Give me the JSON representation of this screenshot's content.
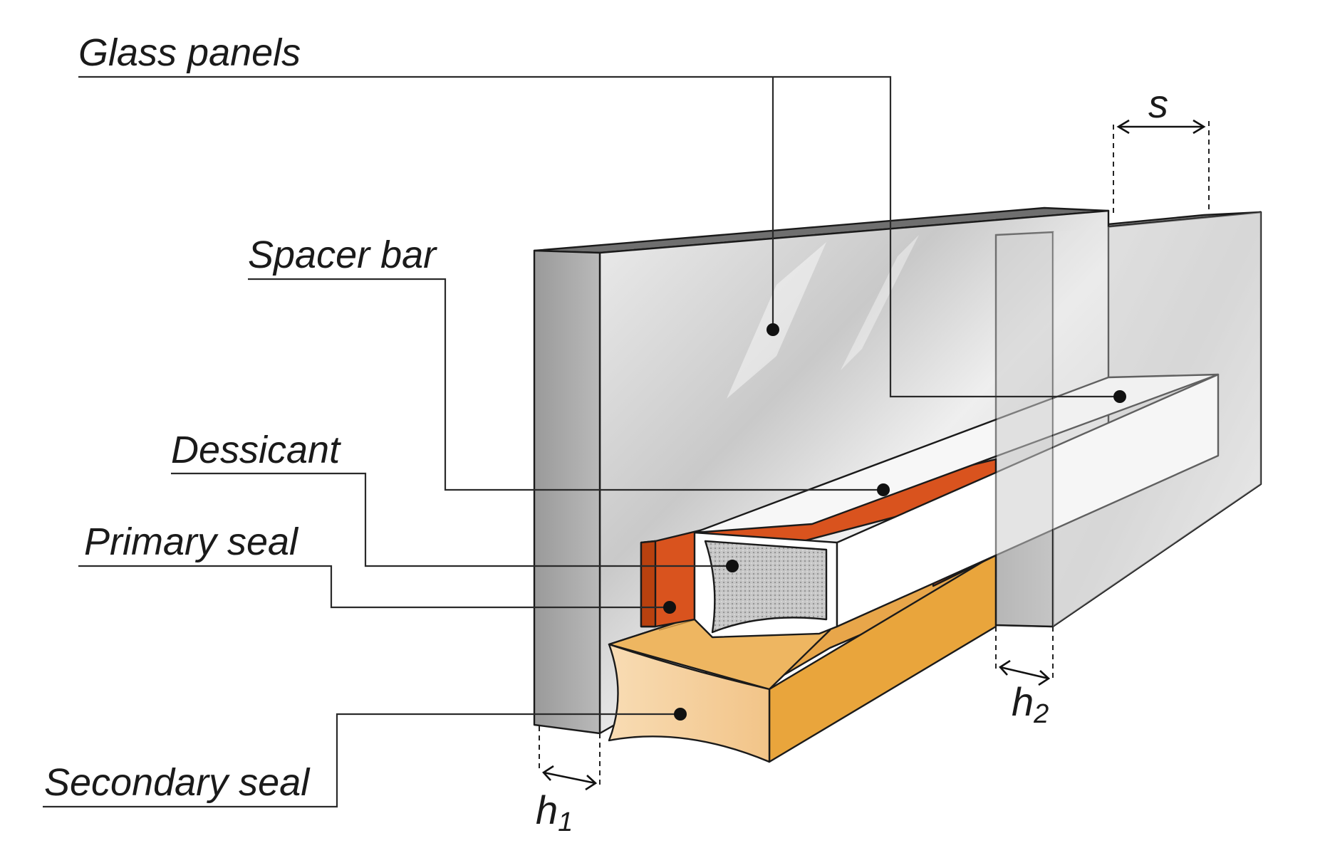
{
  "labels": {
    "glass_panels": "Glass panels",
    "spacer_bar": "Spacer bar",
    "dessicant": "Dessicant",
    "primary_seal": "Primary seal",
    "secondary_seal": "Secondary seal"
  },
  "dimensions": {
    "s": "s",
    "h1_main": "h",
    "h1_sub": "1",
    "h2_main": "h",
    "h2_sub": "2"
  },
  "colors": {
    "glass_face": "#d2d2d2",
    "glass_edge": "#8e8e8e",
    "spacer": "#ffffff",
    "dessicant": "#bdbdbd",
    "primary_seal": "#d9531e",
    "secondary_seal_top": "#e8a64a",
    "secondary_seal_side": "#e9a53c",
    "secondary_seal_front": "#f6cf9a"
  }
}
